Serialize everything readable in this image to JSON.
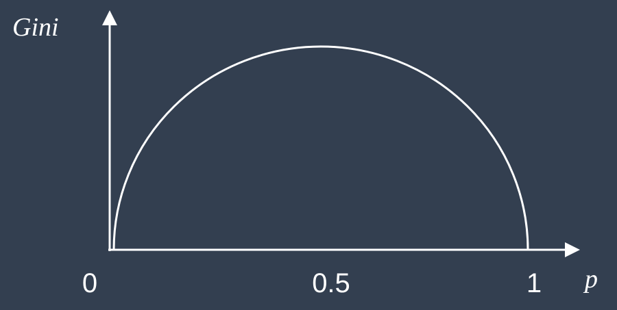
{
  "chart_data": {
    "type": "line",
    "title": "",
    "xlabel": "p",
    "ylabel": "Gini",
    "x_ticks": [
      {
        "value": 0,
        "label": "0"
      },
      {
        "value": 0.5,
        "label": "0.5"
      },
      {
        "value": 1,
        "label": "1"
      }
    ],
    "xlim": [
      0,
      1
    ],
    "ylim": [
      0,
      0.5
    ],
    "grid": false,
    "series": [
      {
        "curve": "semicircle",
        "x": [
          0,
          0.1,
          0.2,
          0.3,
          0.4,
          0.5,
          0.6,
          0.7,
          0.8,
          0.9,
          1
        ],
        "values": [
          0,
          0.3,
          0.4,
          0.458,
          0.49,
          0.5,
          0.49,
          0.458,
          0.4,
          0.3,
          0
        ]
      }
    ],
    "colors": {
      "background": "#333f50",
      "foreground": "#ffffff"
    }
  }
}
